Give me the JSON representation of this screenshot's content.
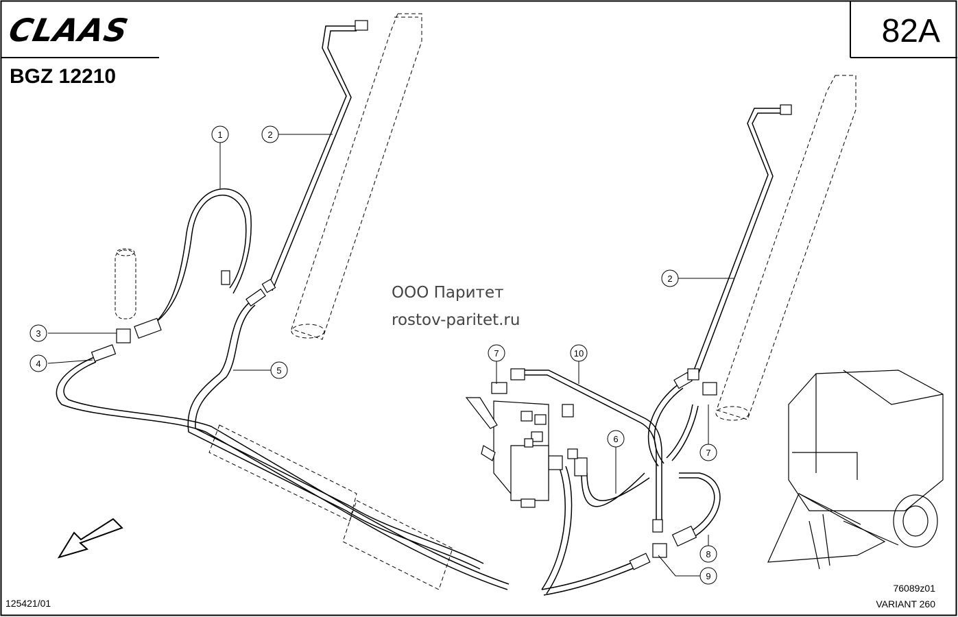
{
  "header": {
    "brand": "CLAAS",
    "doc_code": "BGZ 12210",
    "page_no": "82A"
  },
  "watermark": {
    "line1": "ООО Паритет",
    "line2": "rostov-paritet.ru"
  },
  "footer": {
    "left_code": "125421/01",
    "figure_code": "76089z01",
    "variant": "VARIANT 260"
  },
  "callouts": [
    "1",
    "2",
    "3",
    "4",
    "5",
    "2",
    "7",
    "10",
    "6",
    "7",
    "8",
    "9"
  ],
  "colors": {
    "ink": "#000000",
    "paper": "#ffffff",
    "watermark": "#444444"
  }
}
